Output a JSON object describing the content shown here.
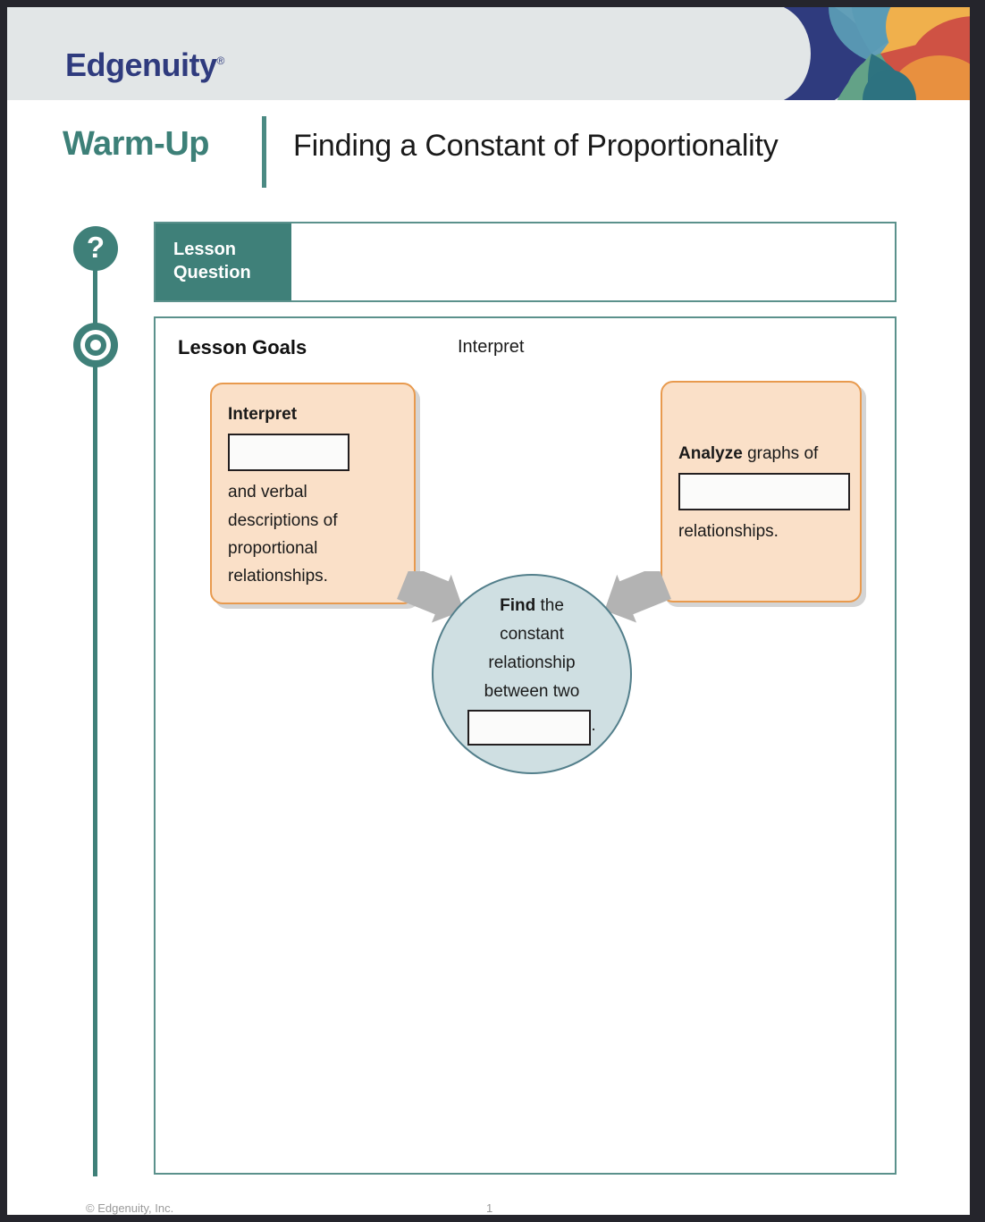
{
  "brand": {
    "logo_text": "Edgenuity",
    "logo_registered": "®",
    "logo_color": "#2f3b7e",
    "header_band_color": "#e2e6e7"
  },
  "title": {
    "activity_label": "Warm-Up",
    "activity_color": "#3d8078",
    "lesson_name": "Finding a Constant of Proportionality"
  },
  "rail": {
    "question_icon": "question-mark-icon",
    "goal_icon": "target-bullseye-icon",
    "line_color": "#3f8079"
  },
  "lesson_question": {
    "tab_line1": "Lesson",
    "tab_line2": "Question",
    "answer_value": "",
    "answer_placeholder": "",
    "tab_color": "#3f8079",
    "border_color": "#5b918c"
  },
  "lesson_goals": {
    "heading": "Lesson Goals",
    "stray_text": "Interpret",
    "border_color": "#5b918c",
    "card_fill": "#fae0c8",
    "card_border": "#e89a4e",
    "circle_fill": "#cfdfe2",
    "circle_border": "#537f8b",
    "arrow_color": "#b3b3b3",
    "cards": [
      {
        "id": "goal-interpret",
        "lead_bold": "Interpret",
        "blank_value": "",
        "tail_text": "and verbal descriptions of proportional relationships."
      },
      {
        "id": "goal-analyze",
        "lead_bold": "Analyze",
        "lead_rest": " graphs of",
        "blank_value": "",
        "tail_text": "relationships."
      }
    ],
    "center": {
      "id": "goal-find",
      "lead_bold": "Find",
      "lead_rest": " the",
      "line2": "constant",
      "line3": "relationship",
      "line4": "between two",
      "blank_value": "",
      "period": "."
    }
  },
  "footer": {
    "copyright": "© Edgenuity, Inc.",
    "page_number": "1"
  }
}
